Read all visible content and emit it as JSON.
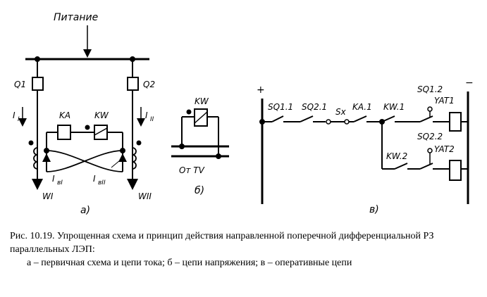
{
  "figure": {
    "a": {
      "supply_label": "Питание",
      "q1": "Q1",
      "q2": "Q2",
      "ka": "KA",
      "kw": "KW",
      "i1": "I",
      "i1_sub": "I",
      "i2": "I",
      "i2_sub": "II",
      "ib1": "I",
      "ib1_sub": "вI",
      "ib2": "I",
      "ib2_sub": "вII",
      "w1": "WI",
      "w2": "WII",
      "panel": "а)"
    },
    "b": {
      "kw": "KW",
      "from_tv": "От TV",
      "panel": "б)"
    },
    "c": {
      "plus": "+",
      "minus": "−",
      "sq11": "SQ1.1",
      "sq21": "SQ2.1",
      "sx": "Sx",
      "ka1": "KA.1",
      "kw1": "KW.1",
      "sq12": "SQ1.2",
      "yat1": "YAT1",
      "sq22": "SQ2.2",
      "yat2": "YAT2",
      "kw2": "KW.2",
      "panel": "в)"
    }
  },
  "caption": {
    "line1": "Рис. 10.19. Упрощенная схема и принцип действия  направленной поперечной дифференциальной РЗ параллельных  ЛЭП:",
    "line2": "а – первичная схема и цепи тока; б – цепи напряжения; в – оперативные цепи"
  }
}
